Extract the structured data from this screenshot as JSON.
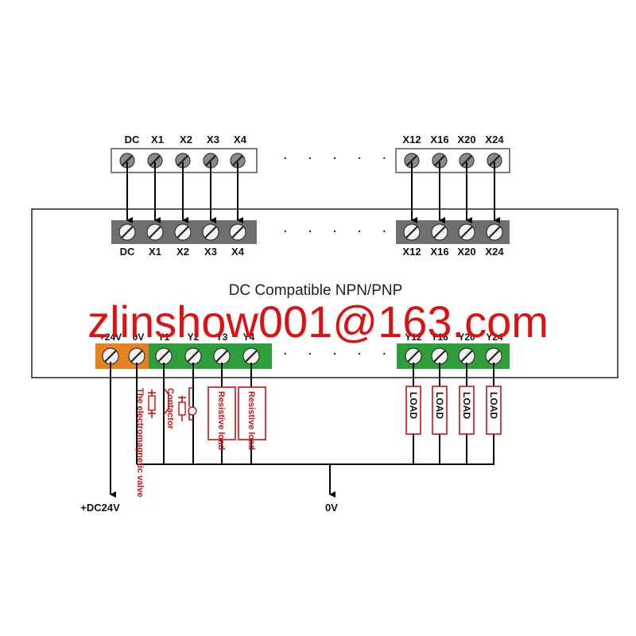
{
  "top_terminal_labels_left": [
    "DC",
    "X1",
    "X2",
    "X3",
    "X4"
  ],
  "top_terminal_labels_right": [
    "X12",
    "X16",
    "X20",
    "X24"
  ],
  "device_input_labels_left": [
    "DC",
    "X1",
    "X2",
    "X3",
    "X4"
  ],
  "device_input_labels_right": [
    "X12",
    "X16",
    "X20",
    "X24"
  ],
  "device_title": "DC Compatible  NPN/PNP",
  "watermark": "zlinshow001@163.com",
  "power_labels": [
    "+24V",
    "0V"
  ],
  "output_labels_left": [
    "Y1",
    "Y2",
    "Y3",
    "Y4"
  ],
  "output_labels_right": [
    "Y12",
    "Y16",
    "Y20",
    "Y24"
  ],
  "ellipsis": ". . . . . . .",
  "components": {
    "valve": "The electromagnetic valve",
    "contactor": "Contactor",
    "resistive_load_1": "Resistive load",
    "resistive_load_2": "Resistive load",
    "load": "LOAD"
  },
  "supply_label": "+DC24V",
  "ground_label": "0V",
  "colors": {
    "power_block": "#e8821e",
    "output_block": "#2e9e3a",
    "input_block": "#6f6f6f",
    "external_block": "#ffffff",
    "component_text": "#cc1111",
    "watermark": "#dd1111"
  },
  "icons": [
    "screw-terminal-icon",
    "coil-icon",
    "arrow-down-icon"
  ]
}
